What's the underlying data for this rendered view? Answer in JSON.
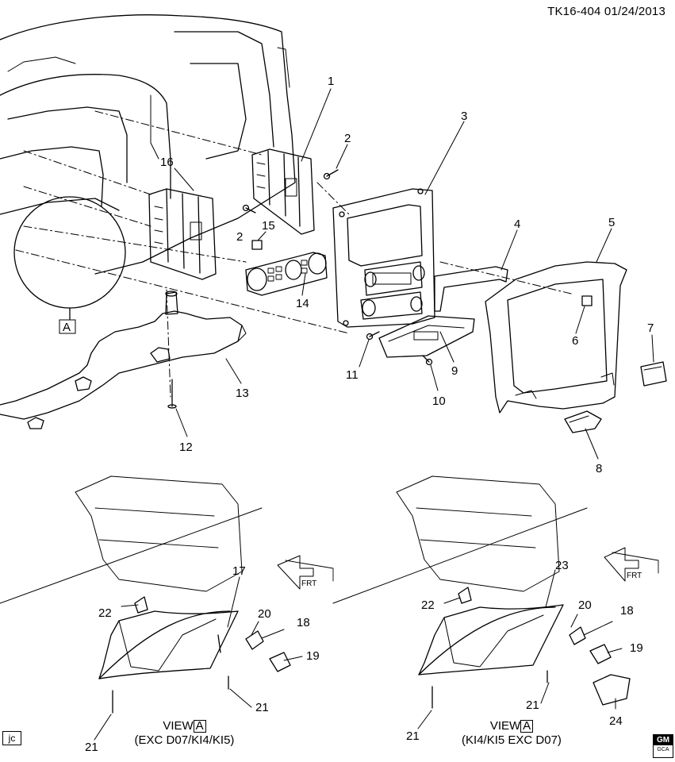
{
  "header": {
    "drawing_ref": "TK16-404 01/24/2013"
  },
  "callouts": {
    "c1": "1",
    "c2a": "2",
    "c2b": "2",
    "c3": "3",
    "c4": "4",
    "c5": "5",
    "c6": "6",
    "c7": "7",
    "c8": "8",
    "c9": "9",
    "c10": "10",
    "c11": "11",
    "c12": "12",
    "c13": "13",
    "c14": "14",
    "c15": "15",
    "c16": "16",
    "c17": "17",
    "c18a": "18",
    "c19a": "19",
    "c20a": "20",
    "c21a": "21",
    "c21b": "21",
    "c22a": "22",
    "c23": "23",
    "c18b": "18",
    "c19b": "19",
    "c20b": "20",
    "c21c": "21",
    "c21d": "21",
    "c22b": "22",
    "c24": "24"
  },
  "view_ref_letter": "A",
  "views": {
    "left": {
      "prefix": "VIEW",
      "letter": "A",
      "condition": "(EXC D07/KI4/KI5)"
    },
    "right": {
      "prefix": "VIEW",
      "letter": "A",
      "condition": "(KI4/KI5 EXC D07)"
    }
  },
  "front_arrow_label": "FRT",
  "corner_tag": "jc",
  "logo": {
    "brand": "GM",
    "sub": "GCA"
  }
}
